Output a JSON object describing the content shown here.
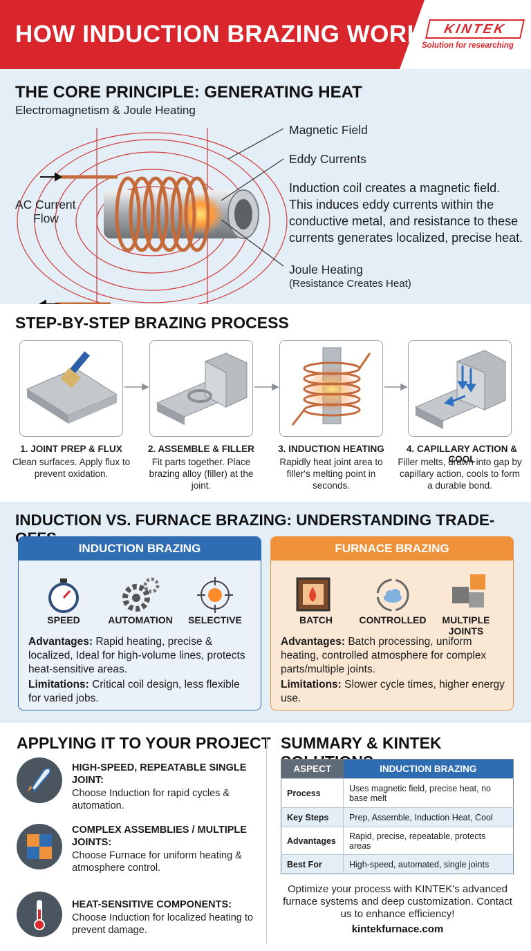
{
  "header": {
    "title": "HOW INDUCTION BRAZING WORKS",
    "logo": "KINTEK",
    "tagline": "Solution for researching",
    "red": "#d9262c"
  },
  "principle": {
    "title": "THE CORE PRINCIPLE: GENERATING HEAT",
    "subtitle": "Electromagnetism & Joule Heating",
    "magnetic_field": "Magnetic Field",
    "eddy_currents": "Eddy Currents",
    "description": "Induction coil creates a magnetic field. This induces eddy currents within the conductive metal, and resistance to these currents generates localized, precise heat.",
    "joule_heating": "Joule Heating",
    "joule_note": "(Resistance Creates Heat)",
    "ac_current": "AC Current",
    "flow": "Flow"
  },
  "process": {
    "title": "STEP-BY-STEP BRAZING PROCESS",
    "steps": [
      {
        "title": "1. JOINT PREP & FLUX",
        "desc": "Clean surfaces. Apply flux to prevent oxidation."
      },
      {
        "title": "2. ASSEMBLE & FILLER",
        "desc": "Fit parts together. Place brazing alloy (filler) at the joint."
      },
      {
        "title": "3. INDUCTION HEATING",
        "desc": "Rapidly heat joint area to filler's melting point in seconds."
      },
      {
        "title": "4. CAPILLARY ACTION & COOL",
        "desc": "Filler melts, drawn into gap by capillary action, cools to form a durable bond."
      }
    ]
  },
  "comparison": {
    "title": "INDUCTION VS. FURNACE BRAZING: UNDERSTANDING TRADE-OFFS",
    "induction": {
      "head": "INDUCTION BRAZING",
      "color": "#2f6db3",
      "features": [
        "SPEED",
        "AUTOMATION",
        "SELECTIVE"
      ],
      "adv_label": "Advantages:",
      "adv": "Rapid heating, precise & localized, Ideal for high-volume lines, protects heat-sensitive areas.",
      "lim_label": "Limitations:",
      "lim": "Critical coil design, less flexible for varied jobs."
    },
    "furnace": {
      "head": "FURNACE BRAZING",
      "color": "#f0923a",
      "features": [
        "BATCH",
        "CONTROLLED",
        "MULTIPLE JOINTS"
      ],
      "adv_label": "Advantages:",
      "adv": "Batch processing, uniform heating, controlled atmosphere for complex parts/multiple joints.",
      "lim_label": "Limitations:",
      "lim": "Slower cycle times, higher energy use."
    }
  },
  "apply": {
    "title": "APPLYING IT TO YOUR PROJECT",
    "items": [
      {
        "title": "HIGH-SPEED, REPEATABLE SINGLE JOINT:",
        "desc": "Choose Induction for rapid cycles & automation.",
        "icon": "rocket-icon"
      },
      {
        "title": "COMPLEX ASSEMBLIES / MULTIPLE JOINTS:",
        "desc": "Choose Furnace for uniform heating & atmosphere control.",
        "icon": "puzzle-icon"
      },
      {
        "title": "HEAT-SENSITIVE COMPONENTS:",
        "desc": "Choose Induction for localized heating to prevent damage.",
        "icon": "thermometer-icon"
      }
    ]
  },
  "summary": {
    "title": "SUMMARY & KINTEK SOLUTIONS",
    "col1": "ASPECT",
    "col2": "INDUCTION BRAZING",
    "rows": [
      {
        "aspect": "Process",
        "value": "Uses magnetic field, precise heat, no base melt"
      },
      {
        "aspect": "Key Steps",
        "value": "Prep, Assemble, Induction Heat, Cool"
      },
      {
        "aspect": "Advantages",
        "value": "Rapid, precise, repeatable, protects areas"
      },
      {
        "aspect": "Best For",
        "value": "High-speed, automated, single joints"
      }
    ],
    "closing": "Optimize your process with KINTEK's advanced furnace systems and deep customization. Contact us to enhance efficiency!",
    "site": "kintekfurnace.com"
  }
}
